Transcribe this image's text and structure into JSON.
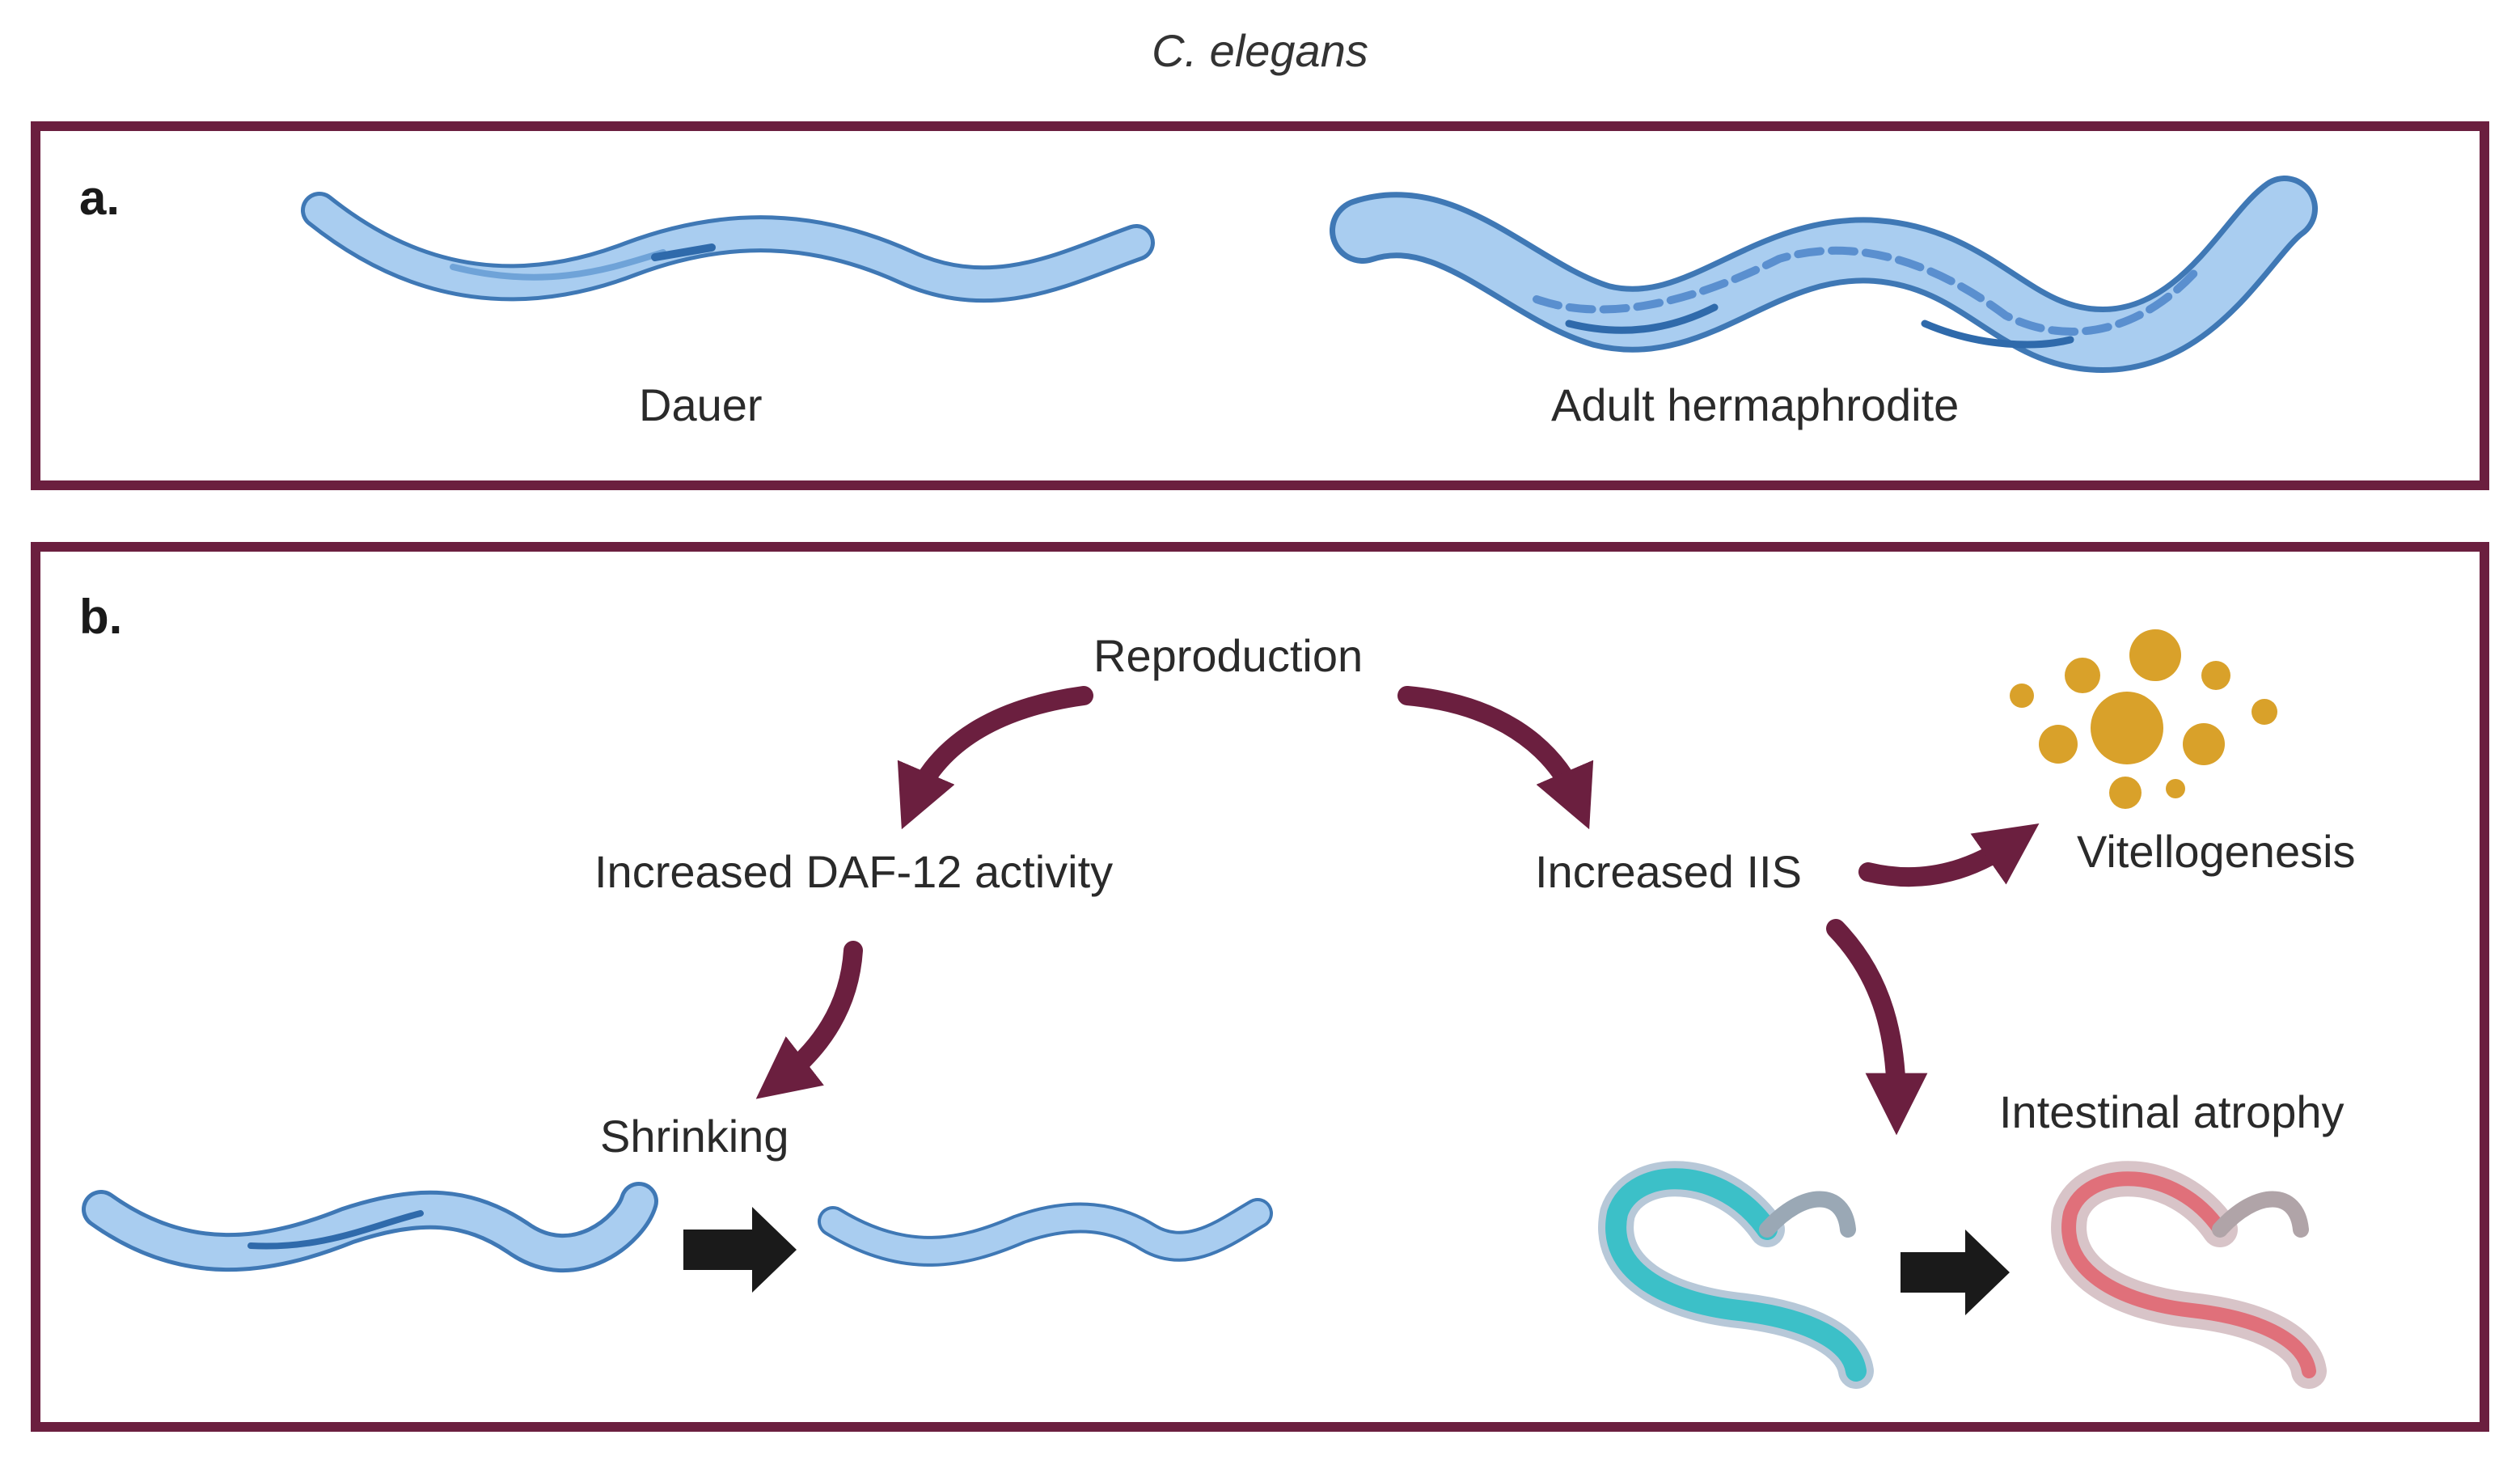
{
  "title": "C. elegans",
  "panel_a": {
    "letter": "a.",
    "labels": {
      "dauer": "Dauer",
      "adult": "Adult hermaphrodite"
    }
  },
  "panel_b": {
    "letter": "b.",
    "labels": {
      "reproduction": "Reproduction",
      "daf12": "Increased DAF-12 activity",
      "iis": "Increased IIS",
      "vitellogenesis": "Vitellogenesis",
      "shrinking": "Shrinking",
      "atrophy": "Intestinal atrophy"
    }
  },
  "colors": {
    "frame": "#6b1f3f",
    "arrow": "#6b1f3f",
    "worm_fill": "#a9cdf0",
    "worm_stroke": "#3f78b5",
    "yolk": "#d9a12a",
    "healthy_gut": "#3cc0c8",
    "atrophied_gut": "#e0707a",
    "black_arrow": "#1a1a1a"
  },
  "icons": [
    "worm-icon",
    "yolk-droplets-icon",
    "curved-arrow-icon",
    "black-arrow-icon"
  ]
}
